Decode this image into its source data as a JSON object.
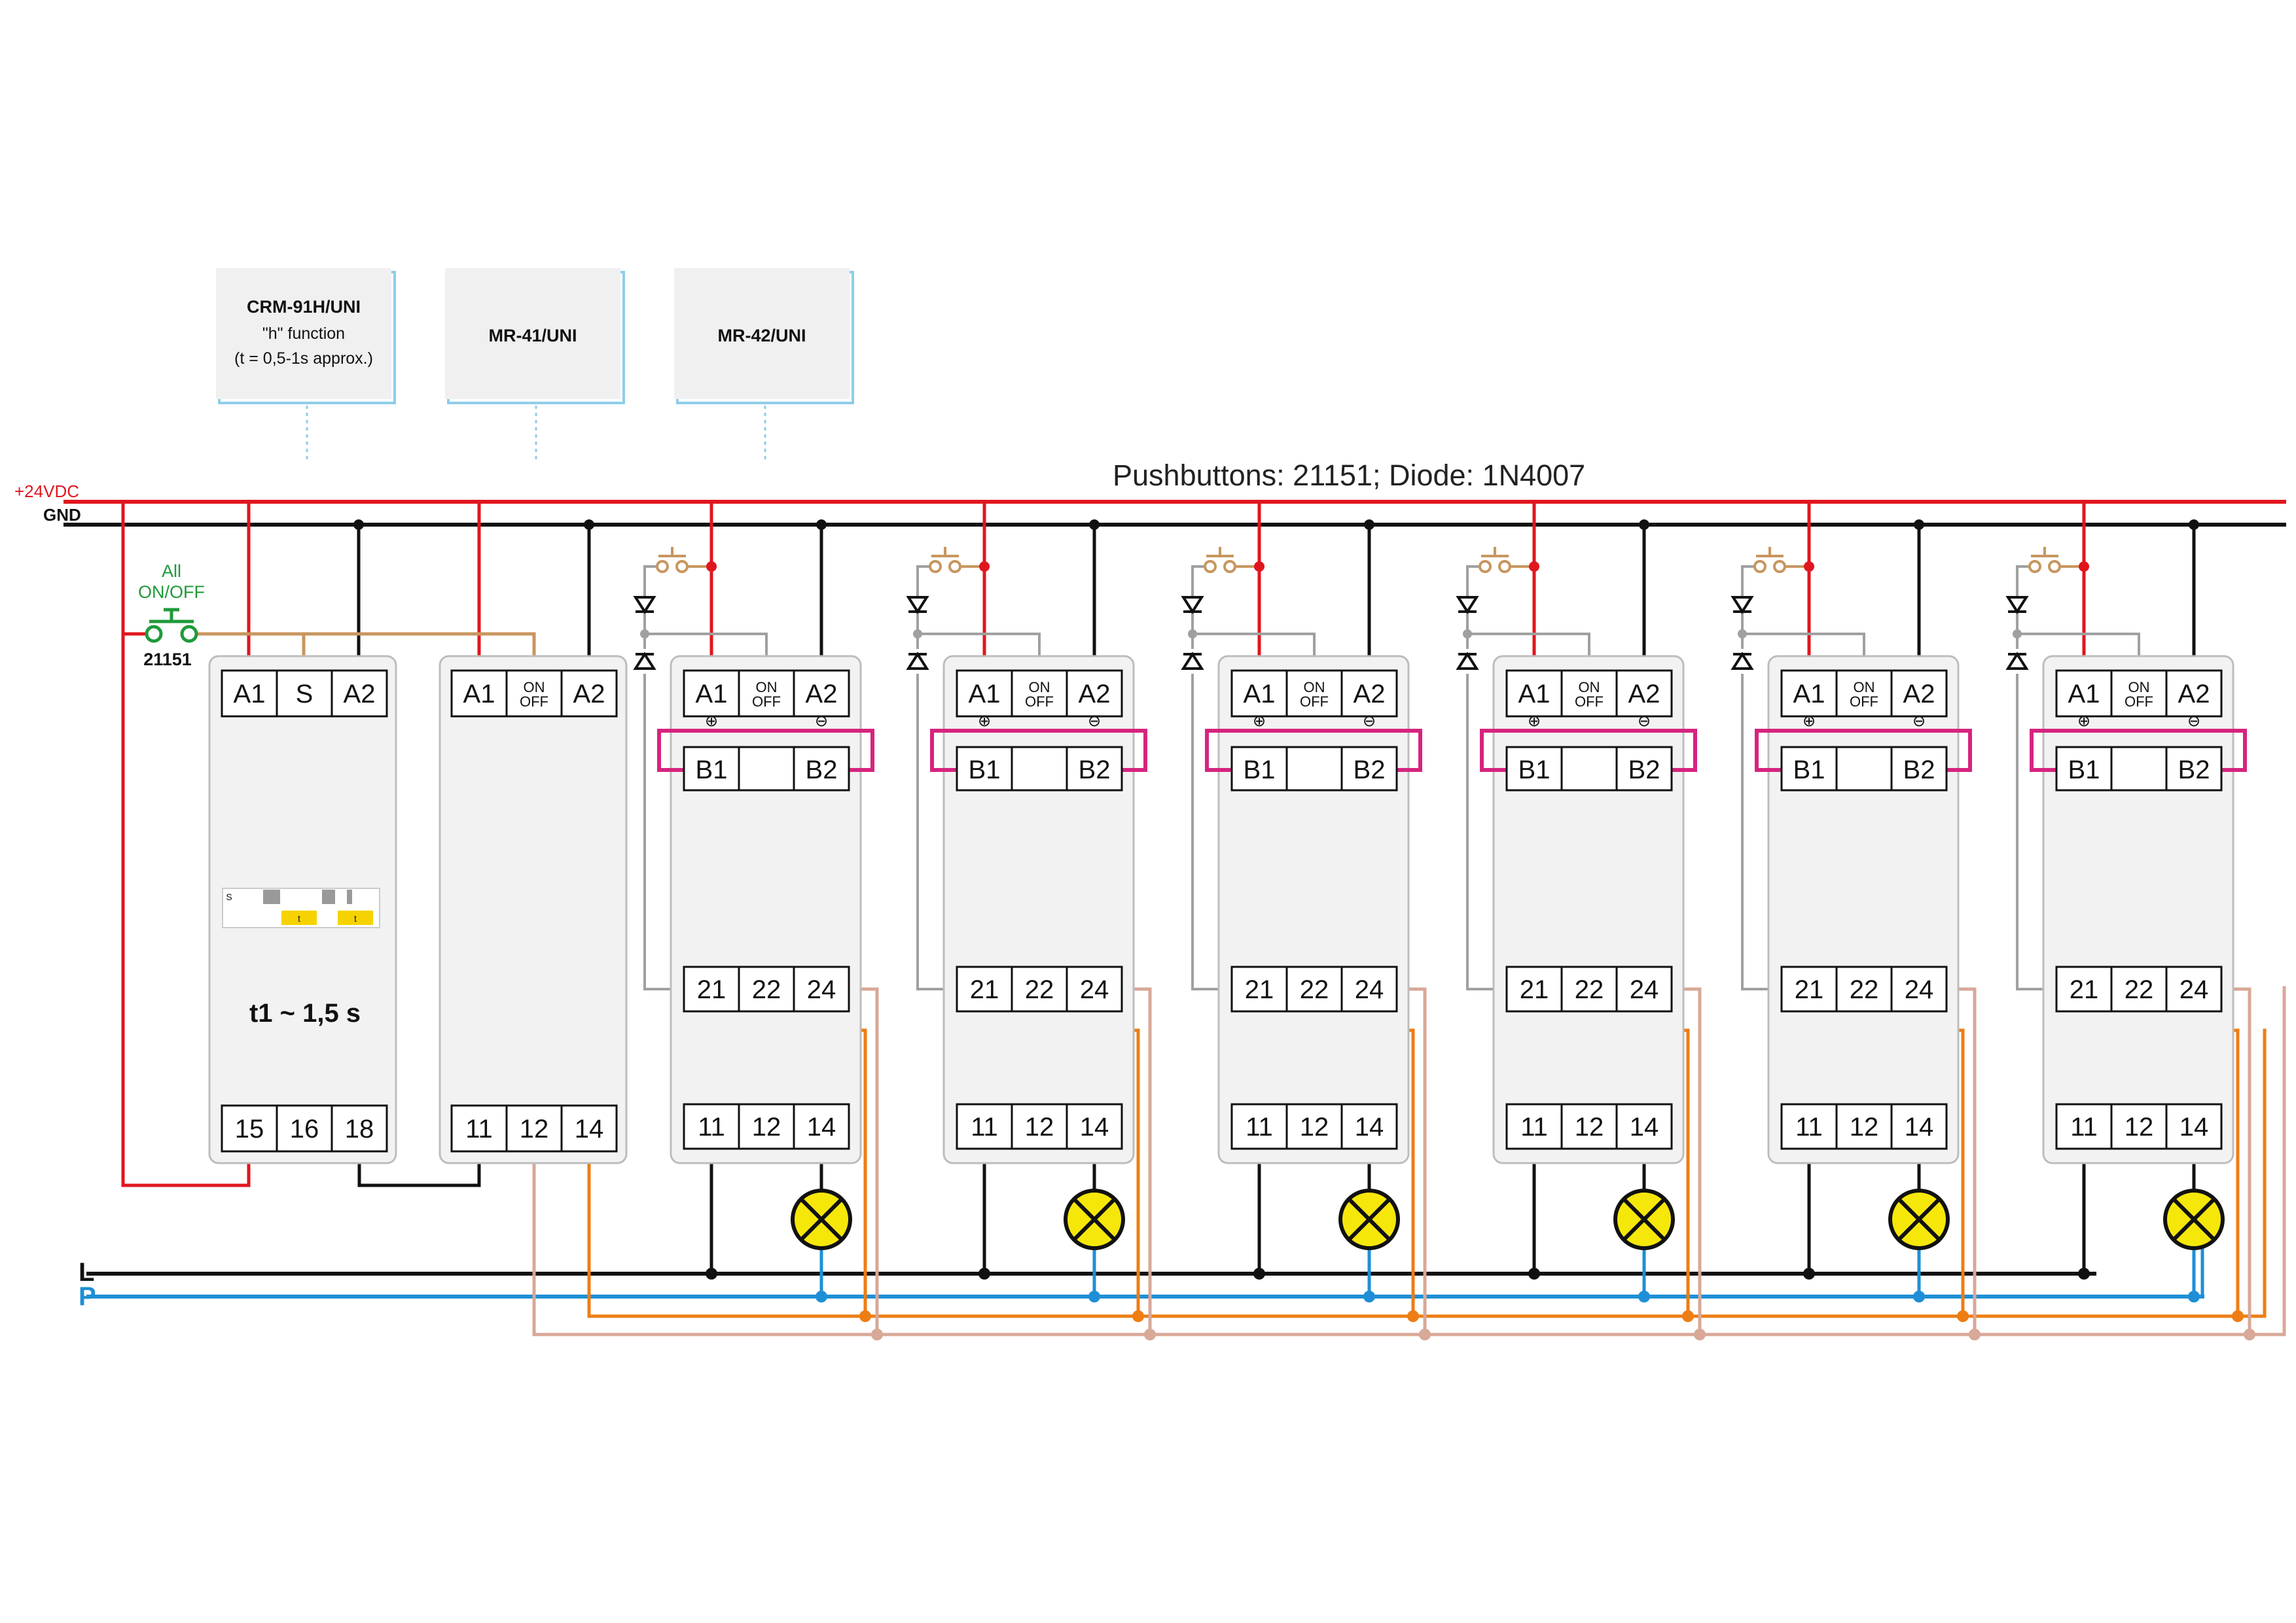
{
  "title": "Pushbuttons: 21151; Diode: 1N4007",
  "rails": {
    "pos": "+24VDC",
    "gnd": "GND",
    "l": "L",
    "p": "P"
  },
  "colors": {
    "pos": "#e0161e",
    "gnd": "#111111",
    "l": "#111111",
    "p": "#1e8fd6",
    "tan": "#c8965f",
    "gray": "#a0a0a0",
    "orange": "#ee7d14",
    "pink": "#d8a898",
    "magenta": "#d6247e",
    "lamp": "#f6e70a",
    "green": "#1f9a3a",
    "legendEdge": "#8fcde9",
    "module": "#f2f2f2",
    "moduleEdge": "#bdbdbd"
  },
  "legend": [
    {
      "title": "CRM-91H/UNI",
      "lines": [
        "\"h\" function",
        "(t = 0,5-1s approx.)"
      ]
    },
    {
      "title": "MR-41/UNI",
      "lines": []
    },
    {
      "title": "MR-42/UNI",
      "lines": []
    }
  ],
  "master": {
    "label": "All",
    "label2": "ON/OFF",
    "number": "21151"
  },
  "crm": {
    "terms_top": [
      "A1",
      "S",
      "A2"
    ],
    "terms_bottom": [
      "15",
      "16",
      "18"
    ],
    "timing": "t1 ~ 1,5 s",
    "s_label": "S",
    "t_label": "t"
  },
  "mr41": {
    "terms_top": [
      "A1",
      "ON OFF",
      "A2"
    ],
    "terms_bottom": [
      "11",
      "12",
      "14"
    ]
  },
  "mr42": {
    "terms_top": [
      "A1",
      "ON OFF",
      "A2"
    ],
    "terms_b": [
      "B1",
      "B2"
    ],
    "terms_mid": [
      "21",
      "22",
      "24"
    ],
    "terms_bottom": [
      "11",
      "12",
      "14"
    ],
    "plus": "⊕",
    "minus": "⊖",
    "count": 6
  }
}
